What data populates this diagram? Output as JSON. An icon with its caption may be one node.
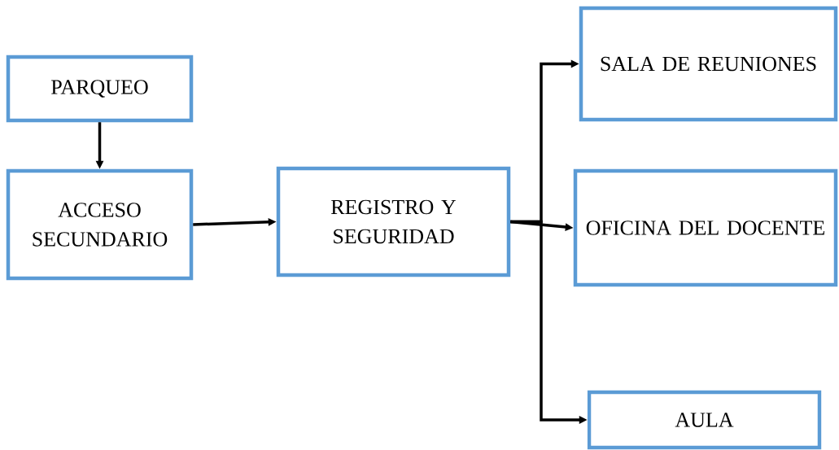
{
  "diagram": {
    "nodes": [
      {
        "text": [
          "PARQUEO"
        ]
      },
      {
        "text": [
          "ACCESO SECUNDARIO"
        ]
      },
      {
        "text": [
          "REGISTRO Y SEGURIDAD"
        ]
      },
      {
        "text": [
          "SALA DE REUNIONES"
        ]
      },
      {
        "text": [
          "OFICINA DEL DOCENTE"
        ]
      },
      {
        "text": [
          "AULA"
        ]
      }
    ],
    "edges": [
      {
        "from": 0,
        "to": 1,
        "arrow": "to"
      },
      {
        "from": 1,
        "to": 2,
        "arrow": "to"
      },
      {
        "from": 2,
        "to": 3,
        "arrow": "to"
      },
      {
        "from": 2,
        "to": 4,
        "arrow": "to"
      },
      {
        "from": 2,
        "to": 5,
        "arrow": "to"
      }
    ]
  }
}
